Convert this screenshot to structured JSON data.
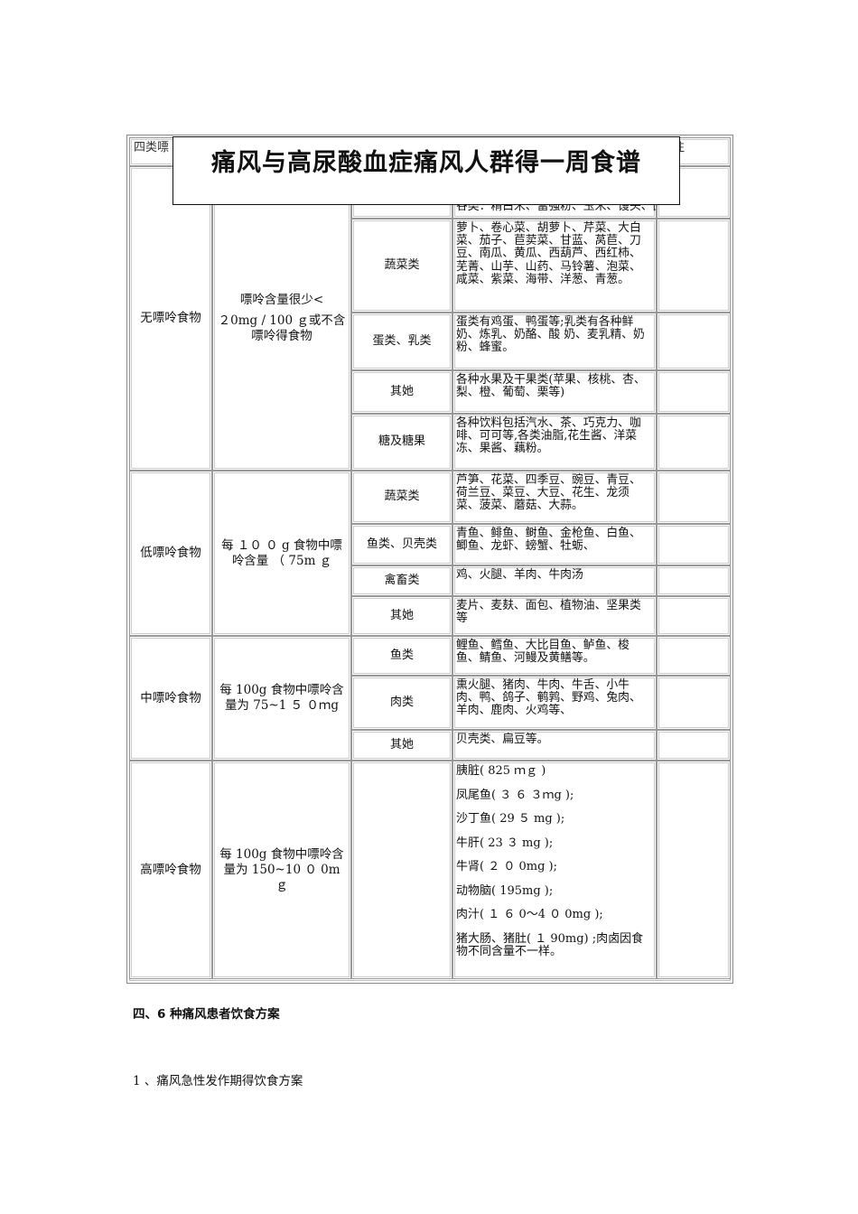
{
  "title": "痛风与高尿酸血症痛风人群得一周食谱",
  "table": {
    "header_left": "四类嘌",
    "header_right": "备注",
    "hidden_top_text": "谷类：精白米、富强粉、玉米、馒头、面条、",
    "groups": [
      {
        "category": "无嘌呤食物",
        "range_line1": "嘌呤含量很少<",
        "range_line2": "２0mg /  100 ｇ或不含嘌呤得食物",
        "rows": [
          {
            "type": "蔬菜类",
            "foods": "萝卜、卷心菜、胡萝卜、芹菜、大白菜、茄子、苣荬菜、甘蓝、莴苣、刀豆、南瓜、黄瓜、西葫芦、西红柿、芜菁、山芋、山药、马铃薯、泡菜、咸菜、紫菜、海带、洋葱、青葱。"
          },
          {
            "type": "蛋类、乳类",
            "foods": "蛋类有鸡蛋、鸭蛋等;乳类有各种鲜奶、炼乳、奶酪、酸 奶、麦乳精、奶粉、蜂蜜。"
          },
          {
            "type": "其她",
            "foods": "各种水果及干果类(苹果、核桃、杏、梨、橙、葡萄、栗等)"
          },
          {
            "type": "糖及糖果",
            "foods": "各种饮料包括汽水、茶、巧克力、咖啡、可可等,各类油脂,花生酱、洋菜冻、果酱、藕粉。"
          }
        ]
      },
      {
        "category": "低嘌呤食物",
        "range": "每 １０ ０ g   食物中嘌呤含量 （ 75m ｇ",
        "rows": [
          {
            "type": "蔬菜类",
            "foods": "芦笋、花菜、四季豆、豌豆、青豆、荷兰豆、菜豆、大豆、花生、龙须菜、菠菜、蘑菇、大蒜。"
          },
          {
            "type": "鱼类、贝壳类",
            "foods": "青鱼、鲱鱼、鲥鱼、金枪鱼、白鱼、鲫鱼、龙虾、螃蟹、牡蛎、"
          },
          {
            "type": "禽畜类",
            "foods": "鸡、火腿、羊肉、牛肉汤"
          },
          {
            "type": "其她",
            "foods": "麦片、麦麸、面包、植物油、坚果类等"
          }
        ]
      },
      {
        "category": "中嘌呤食物",
        "range": "每    100g 食物中嘌呤含量为    75~1 ５ ０ｍg",
        "rows": [
          {
            "type": "鱼类",
            "foods": "鲤鱼、鳕鱼、大比目鱼、鲈鱼、梭鱼、鲭鱼、河鳗及黄鳝等。"
          },
          {
            "type": "肉类",
            "foods": "熏火腿、猪肉、牛肉、牛舌、小牛肉、鸭、鸽子、鹌鹑、野鸡、兔肉、羊肉、鹿肉、火鸡等、"
          },
          {
            "type": "其她",
            "foods": "贝壳类、扁豆等。"
          }
        ]
      },
      {
        "category": "高嘌呤食物",
        "range": "每 100g 食物中嘌呤含量为    150~10 ０ 0m ｇ",
        "foods": [
          "胰脏( 825 ｍｇ    )",
          "凤尾鱼( ３ ６ ３ｍg );",
          "沙丁鱼( 29 ５ mg );",
          "牛肝( 23 ３ mg );",
          "牛肾( ２ ０ 0mg    );",
          "动物脑( 195mg );",
          "肉汁( １ ６ 0～4 ０ 0mg );",
          "猪大肠、猪肚(    １ 90mg) ;肉卤因食物不同含量不一样。"
        ]
      }
    ]
  },
  "section_heading": "四、6 种痛风患者饮食方案",
  "subsection": "1    、痛风急性发作期得饮食方案"
}
